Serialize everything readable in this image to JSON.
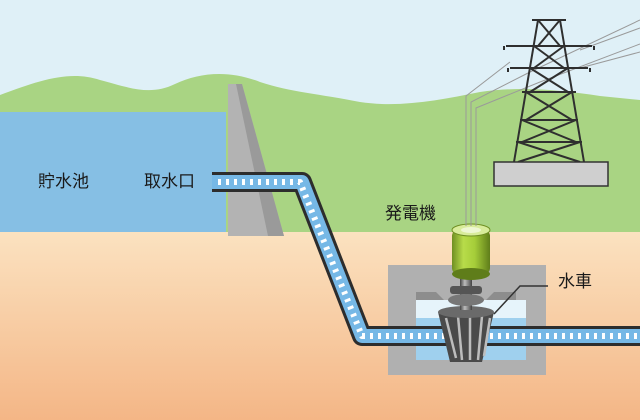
{
  "labels": {
    "reservoir": "貯水池",
    "intake": "取水口",
    "generator": "発電機",
    "turbine": "水車"
  },
  "colors": {
    "sky": "#dff0f7",
    "hills": "#a9d483",
    "reservoir_water": "#86bfe4",
    "ground_top": "#fbe0bc",
    "ground_bottom": "#f4b888",
    "dam": "#b8b8b8",
    "pipe": "#76b8e6",
    "generator": "#a5cd39",
    "tower": "#333333"
  }
}
